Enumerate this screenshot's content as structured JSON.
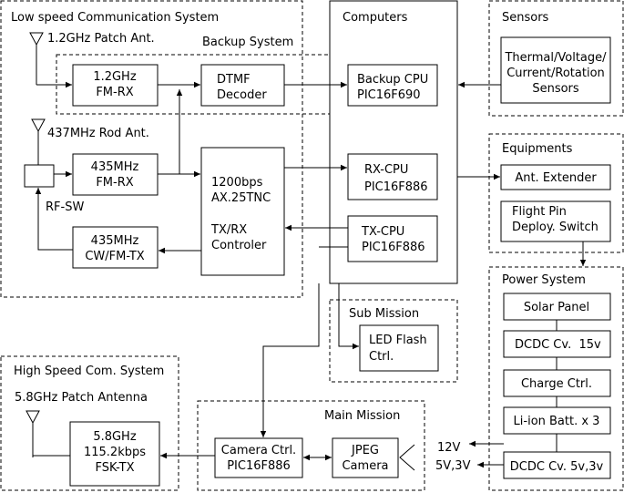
{
  "sections": {
    "low_speed": "Low speed Communication System",
    "backup": "Backup System",
    "computers": "Computers",
    "sensors": "Sensors",
    "equipments": "Equipments",
    "power": "Power System",
    "sub_mission": "Sub Mission",
    "main_mission": "Main Mission",
    "high_speed": "High Speed Com. System"
  },
  "antennas": {
    "patch_1_2ghz": "1.2GHz Patch Ant.",
    "rod_437mhz": "437MHz Rod Ant.",
    "patch_5_8ghz": "5.8GHz Patch Antenna"
  },
  "blocks": {
    "fm_rx_1_2": [
      "1.2GHz",
      "FM-RX"
    ],
    "dtmf": [
      "DTMF",
      "Decoder"
    ],
    "backup_cpu": [
      "Backup CPU",
      "PIC16F690"
    ],
    "sensors_box": [
      "Thermal/Voltage/",
      "Current/Rotation",
      "Sensors"
    ],
    "rf_sw": "RF-SW",
    "fm_rx_435": [
      "435MHz",
      "FM-RX"
    ],
    "tnc": [
      "1200bps",
      "AX.25TNC",
      "",
      "TX/RX",
      "Controler"
    ],
    "rx_cpu": [
      "RX-CPU",
      "PIC16F886"
    ],
    "tx_cpu": [
      "TX-CPU",
      "PIC16F886"
    ],
    "cw_fm_tx": [
      "435MHz",
      "CW/FM-TX"
    ],
    "ant_extender": "Ant. Extender",
    "flight_pin": [
      "Flight Pin",
      "Deploy. Switch"
    ],
    "solar_panel": "Solar Panel",
    "dcdc_15v": "DCDC Cv.  15v",
    "charge_ctrl": "Charge Ctrl.",
    "li_ion": "Li-ion Batt. x 3",
    "dcdc_5v3v": "DCDC Cv. 5v,3v",
    "led_flash": [
      "LED Flash",
      "Ctrl."
    ],
    "fsk_tx": [
      "5.8GHz",
      "115.2kbps",
      "FSK-TX"
    ],
    "camera_ctrl": [
      "Camera Ctrl.",
      "PIC16F886"
    ],
    "jpeg_camera": [
      "JPEG",
      "Camera"
    ]
  },
  "outputs": {
    "v12": "12V",
    "v5_3": "5V,3V"
  }
}
